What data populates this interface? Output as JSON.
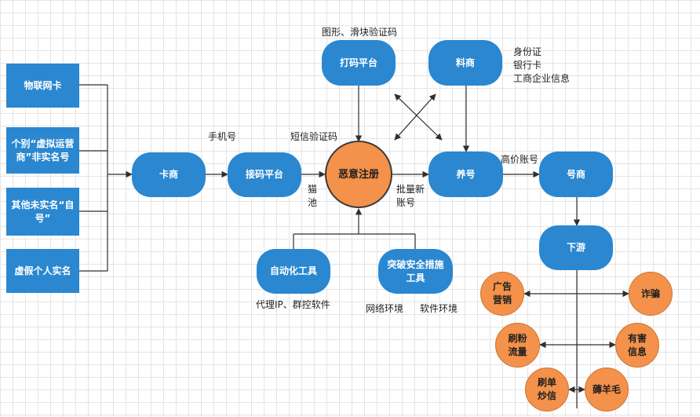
{
  "nodes": {
    "iot_card": "物联网卡",
    "virtual_operator": "个别“虚拟运营\n商”非实名号",
    "other_unverified": "其他未实名“自\n号”",
    "fake_identity": "虚假个人实名",
    "card_dealer": "卡商",
    "sms_platform": "接码平台",
    "malicious_reg": "恶意注册",
    "captcha_platform": "打码平台",
    "data_dealer": "料商",
    "account_farming": "养号",
    "account_dealer": "号商",
    "downstream": "下游",
    "automation_tools": "自动化工具",
    "bypass_security": "突破安全措施\n工具",
    "ad_marketing": "广告\n营销",
    "fraud": "诈骗",
    "fake_followers": "刷粉\n流量",
    "harmful_info": "有害\n信息",
    "fake_orders": "刷单\n炒信",
    "freebie_abuse": "薅羊毛"
  },
  "labels": {
    "captcha_types": "图形、滑块验证码",
    "id_items": "身份证\n银行卡\n工商企业信息",
    "phone_number": "手机号",
    "sms_code": "短信验证码",
    "cat_pool": "猫\n池",
    "batch_accounts": "批量新\n账号",
    "high_value": "高价账号",
    "proxy_tools": "代理IP、群控软件",
    "network_env": "网络环境",
    "software_env": "软件环境"
  }
}
